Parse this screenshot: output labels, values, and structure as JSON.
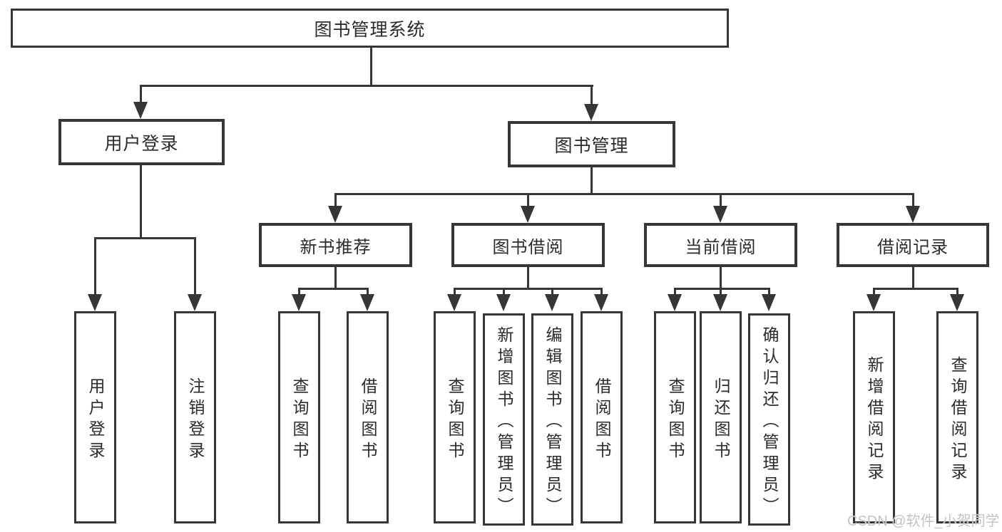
{
  "tree": {
    "root": {
      "label": "图书管理系统"
    },
    "branches": [
      {
        "label": "用户登录",
        "children": [
          {
            "label": "用户登录"
          },
          {
            "label": "注销登录"
          }
        ]
      },
      {
        "label": "图书管理",
        "children": [
          {
            "label": "新书推荐",
            "children": [
              {
                "label": "查询图书"
              },
              {
                "label": "借阅图书"
              }
            ]
          },
          {
            "label": "图书借阅",
            "children": [
              {
                "label": "查询图书"
              },
              {
                "label": "新增图书（管理员）"
              },
              {
                "label": "编辑图书（管理员）"
              },
              {
                "label": "借阅图书"
              }
            ]
          },
          {
            "label": "当前借阅",
            "children": [
              {
                "label": "查询图书"
              },
              {
                "label": "归还图书"
              },
              {
                "label": "确认归还（管理员）"
              }
            ]
          },
          {
            "label": "借阅记录",
            "children": [
              {
                "label": "新增借阅记录"
              },
              {
                "label": "查询借阅记录"
              }
            ]
          }
        ]
      }
    ]
  },
  "watermark": {
    "text": "CSDN @软件_小贺同学"
  },
  "colors": {
    "line": "#363636",
    "text": "#2b2b2b",
    "watermark": "#c3c3c3",
    "background": "#ffffff"
  }
}
